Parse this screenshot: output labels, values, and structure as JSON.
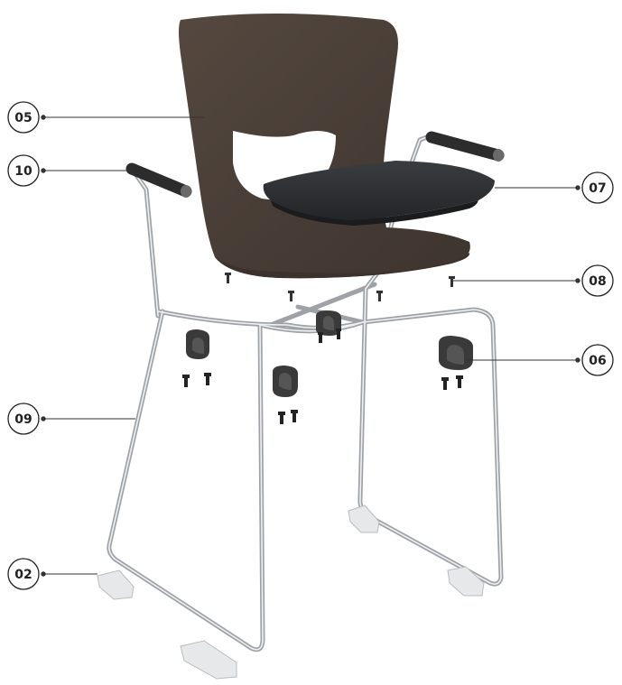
{
  "callouts": [
    {
      "id": "05",
      "label": "05"
    },
    {
      "id": "10",
      "label": "10"
    },
    {
      "id": "07",
      "label": "07"
    },
    {
      "id": "08",
      "label": "08"
    },
    {
      "id": "06",
      "label": "06"
    },
    {
      "id": "09",
      "label": "09"
    },
    {
      "id": "02",
      "label": "02"
    }
  ],
  "colors": {
    "shell": "#4a3f39",
    "shell_shadow": "#3b322d",
    "seat_pad": "#2f3133",
    "armrest_pad": "#2c2c2c",
    "chrome": "#b9bcc0",
    "chrome_light": "#eef0f2",
    "bracket": "#3a3a3a",
    "glide": "#e6e8ea",
    "leader": "#333333"
  }
}
